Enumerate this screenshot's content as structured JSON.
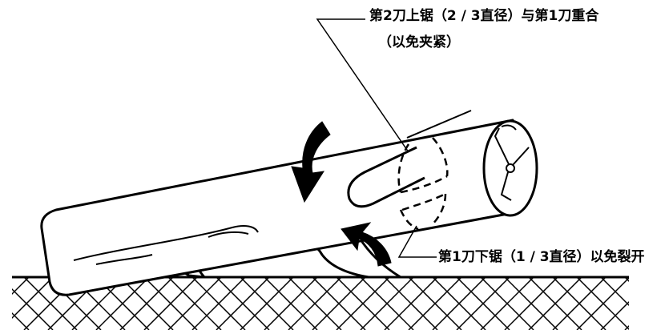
{
  "annotations": {
    "top_cut_line1": "第2刀上锯（2 / 3直径）与第1刀重合",
    "top_cut_line2": "（以免夹紧）",
    "bottom_cut": "第1刀下锯（1 / 3直径）以免裂开"
  },
  "colors": {
    "ink": "#000000",
    "background": "#ffffff"
  }
}
